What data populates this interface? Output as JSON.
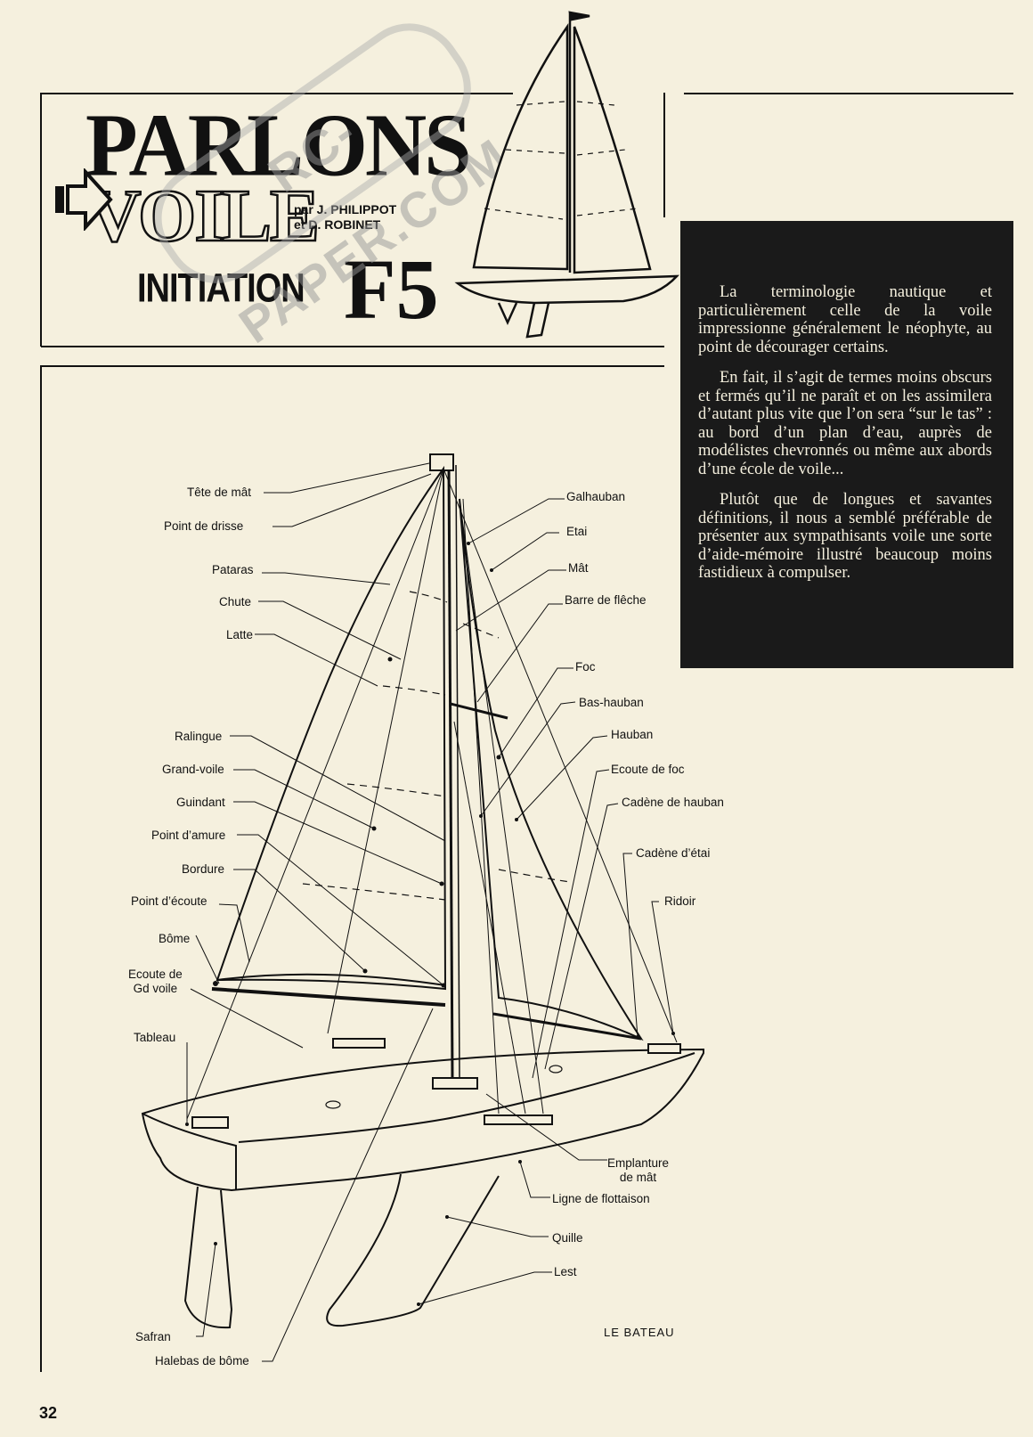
{
  "title": {
    "line1": "PARLONS",
    "line2": "VOILE",
    "byline": "par J. PHILIPPOT",
    "byline2": "et D. ROBINET",
    "series": "INITIATION",
    "class": "F5"
  },
  "watermark": "RC-PAPER.COM",
  "intro": [
    "La terminologie nautique et particulièrement celle de la voile impressionne généralement le néophyte, au point de décourager certains.",
    "En fait, il s’agit de termes moins obscurs et fermés qu’il ne paraît et on les assimilera d’autant plus vite que l’on sera “sur le tas” : au bord d’un plan d’eau, auprès de modélistes chevronnés ou même aux abords d’une école de voile...",
    "Plutôt que de longues et savantes définitions, il nous a semblé préférable de présenter aux sympathisants voile une sorte d’aide-mémoire illustré beaucoup moins fastidieux à compulser."
  ],
  "labels": {
    "left": [
      "Tête de mât",
      "Point de drisse",
      "Pataras",
      "Chute",
      "Latte",
      "Ralingue",
      "Grand-voile",
      "Guindant",
      "Point d’amure",
      "Bordure",
      "Point d’écoute",
      "Bôme",
      "Ecoute de",
      "Gd voile",
      "Tableau",
      "Safran",
      "Halebas de bôme"
    ],
    "right": [
      "Galhauban",
      "Etai",
      "Mât",
      "Barre de flêche",
      "Foc",
      "Bas-hauban",
      "Hauban",
      "Ecoute de foc",
      "Cadène de hauban",
      "Cadène d’étai",
      "Ridoir",
      "Emplanture",
      "de mât",
      "Ligne de flottaison",
      "Quille",
      "Lest"
    ]
  },
  "caption": "LE BATEAU",
  "page_number": "32"
}
